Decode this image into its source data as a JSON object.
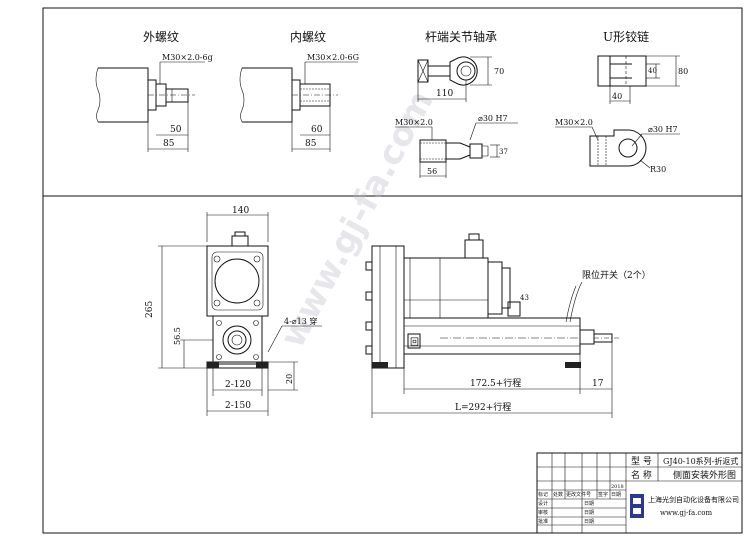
{
  "top_views": {
    "ext_thread": {
      "title": "外螺纹",
      "spec": "M30×2.0-6g",
      "dim_a": "50",
      "dim_b": "85"
    },
    "int_thread": {
      "title": "内螺纹",
      "spec": "M30×2.0-6G",
      "dim_a": "60",
      "dim_b": "85"
    },
    "rod_end": {
      "title": "杆端关节轴承",
      "dim_h": "70",
      "dim_len": "110",
      "spec": "M30×2.0",
      "bore": "⌀30 H7",
      "dim_w": "37",
      "dim_l": "56"
    },
    "clevis": {
      "title": "U形铰链",
      "dim_gap": "40",
      "dim_h": "80",
      "dim_w": "40",
      "spec": "M30×2.0",
      "bore": "⌀30 H7",
      "radius": "R30"
    }
  },
  "end_view": {
    "width_top": "140",
    "height": "265",
    "center_h": "56.5",
    "holes": "4-⌀13 穿",
    "base_h": "20",
    "pitch_inner": "2-120",
    "pitch_outer": "2-150"
  },
  "side_view": {
    "limit_switch": "限位开关（2个）",
    "rod_len": "172.5+行程",
    "rod_end": "17",
    "total_len": "L=292+行程",
    "label_43": "43",
    "label_box": "回"
  },
  "watermark": "www.gj-fa.com",
  "title_block": {
    "model_label": "型 号",
    "model_value": "GJ40-10系列-折返式",
    "name_label": "名 称",
    "name_value": "侧面安装外形图",
    "year": "2018",
    "rows": [
      "标记",
      "处数",
      "更改文件号",
      "签字",
      "日期"
    ],
    "design": "设计",
    "review": "审核",
    "approve": "批准",
    "date": "日期",
    "company": "上海光剑自动化设备有限公司",
    "website": "www.gj-fa.com"
  }
}
